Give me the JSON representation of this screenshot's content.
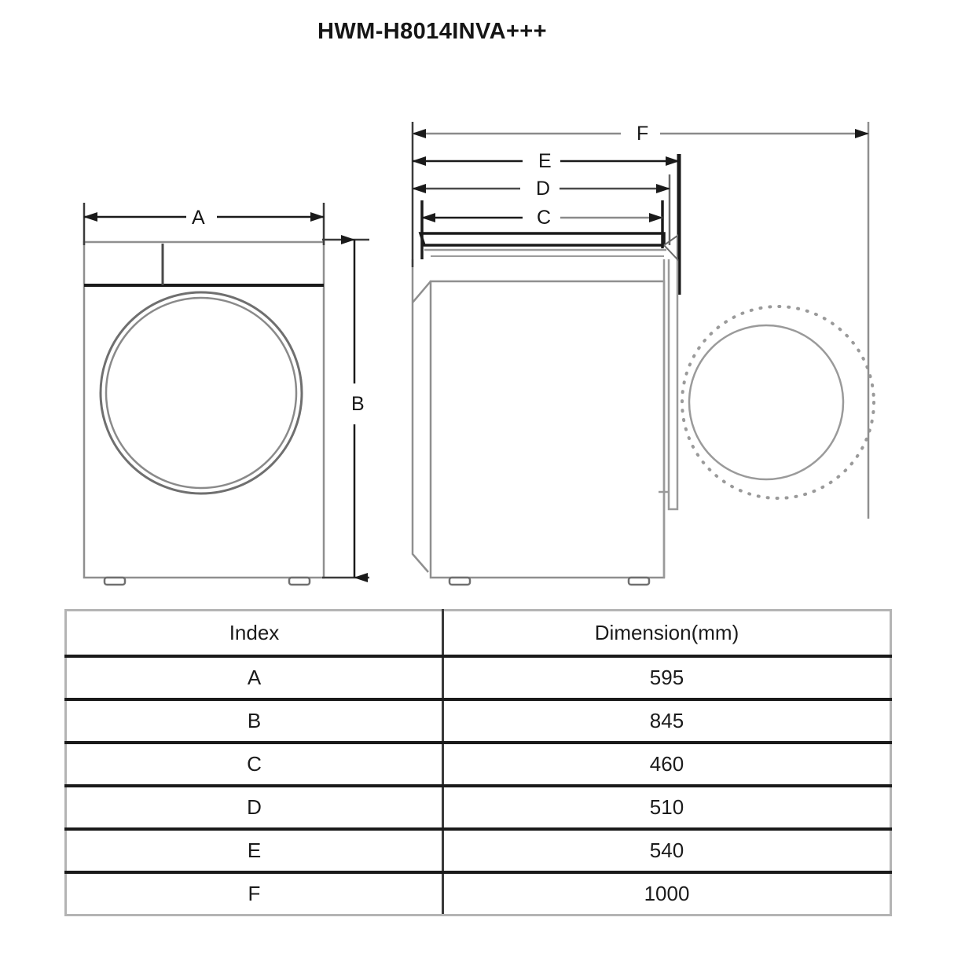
{
  "title": "HWM-H8014INVA+++",
  "drawing": {
    "views": [
      {
        "name": "front-view",
        "dimension_labels": [
          "A",
          "B"
        ]
      },
      {
        "name": "side-view",
        "dimension_labels": [
          "C",
          "D",
          "E",
          "F"
        ]
      }
    ],
    "dimension_markers": {
      "A": "A",
      "B": "B",
      "C": "C",
      "D": "D",
      "E": "E",
      "F": "F"
    },
    "colors": {
      "outline": "#8c8c8c",
      "heavy_line": "#1a1a1a",
      "dashed_swing": "#9a9a9a",
      "door_ring": "#707070"
    }
  },
  "table": {
    "headers": [
      "Index",
      "Dimension(mm)"
    ],
    "rows": [
      {
        "index": "A",
        "dimension": "595"
      },
      {
        "index": "B",
        "dimension": "845"
      },
      {
        "index": "C",
        "dimension": "460"
      },
      {
        "index": "D",
        "dimension": "510"
      },
      {
        "index": "E",
        "dimension": "540"
      },
      {
        "index": "F",
        "dimension": "1000"
      }
    ]
  }
}
